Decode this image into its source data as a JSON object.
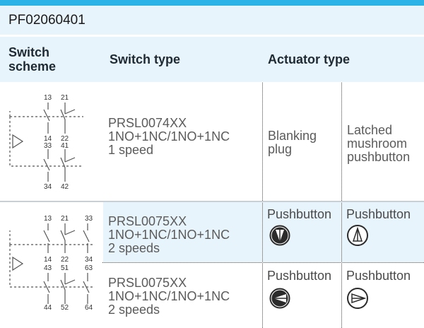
{
  "code": "PF02060401",
  "headers": {
    "switch_scheme_line1": "Switch",
    "switch_scheme_line2": "scheme",
    "switch_type": "Switch type",
    "actuator_type": "Actuator type"
  },
  "rows": [
    {
      "model": "PRSL0074XX",
      "contacts": "1NO+1NC/1NO+1NC",
      "speeds": "1 speed",
      "actuator1": [
        "Blanking",
        "plug"
      ],
      "actuator2": [
        "Latched",
        "mushroom",
        "pushbutton"
      ]
    },
    {
      "model": "PRSL0075XX",
      "contacts": "1NO+1NC/1NO+1NC",
      "speeds": "2 speeds",
      "actuator1": "Pushbutton",
      "actuator2": "Pushbutton",
      "icon1": "arrow-down-icon",
      "icon2": "arrow-up-icon"
    },
    {
      "model": "PRSL0075XX",
      "contacts": "1NO+1NC/1NO+1NC",
      "speeds": "2 speeds",
      "actuator1": "Pushbutton",
      "actuator2": "Pushbutton",
      "icon1": "arrow-left-icon",
      "icon2": "arrow-right-icon"
    }
  ],
  "scheme1": {
    "top": [
      "13",
      "21"
    ],
    "mid": [
      "14",
      "22",
      "33",
      "41"
    ],
    "bottom": [
      "34",
      "42"
    ]
  },
  "scheme2": {
    "top": [
      "13",
      "21",
      "33"
    ],
    "mid": [
      "14",
      "22",
      "34",
      "43",
      "51",
      "63"
    ],
    "bottom": [
      "44",
      "52",
      "64"
    ]
  },
  "colors": {
    "accent": "#2bb2e6",
    "header_bg": "#e8f4fb"
  }
}
